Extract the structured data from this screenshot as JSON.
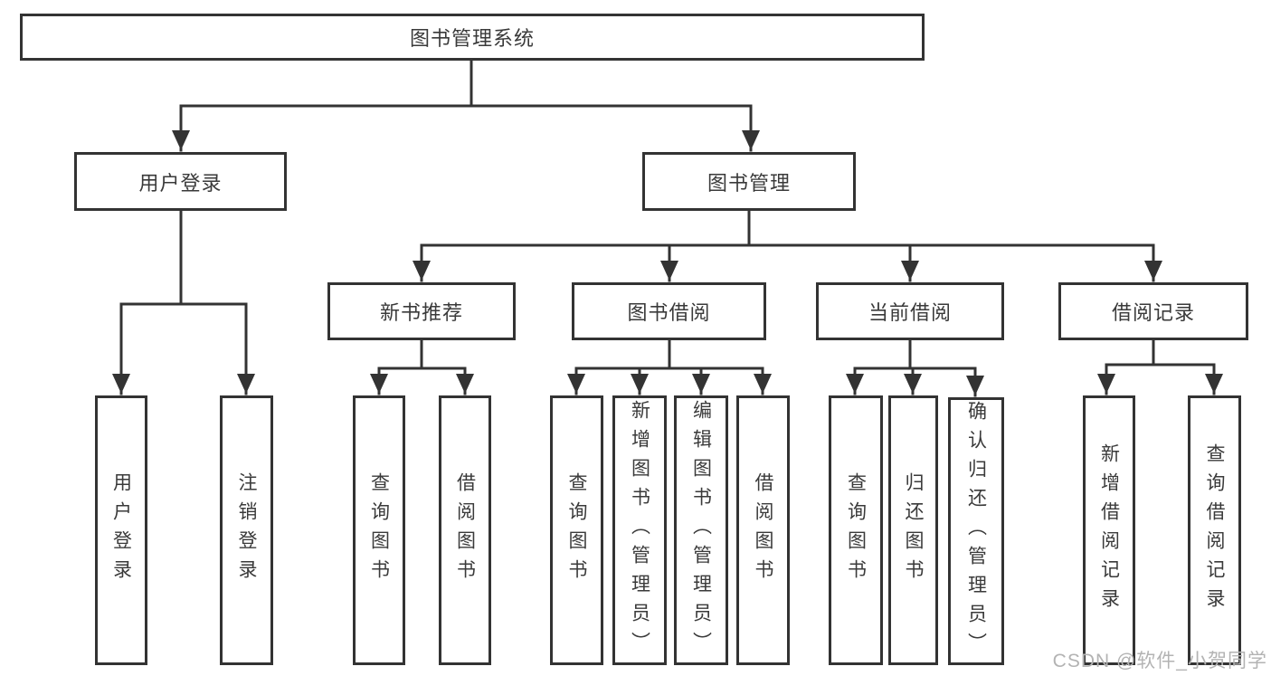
{
  "nodes": {
    "root": "图书管理系统",
    "user_login": "用户登录",
    "book_management": "图书管理",
    "new_book_recommend": "新书推荐",
    "book_borrowing": "图书借阅",
    "current_borrowing": "当前借阅",
    "borrowing_records": "借阅记录",
    "leaf_user_login": "用户登录",
    "leaf_logout": "注销登录",
    "leaf_recommend_query_books": "查询图书",
    "leaf_recommend_borrow_books": "借阅图书",
    "leaf_borrowing_query_books": "查询图书",
    "leaf_borrowing_add_books": "新增图书（管理员）",
    "leaf_borrowing_edit_books": "编辑图书（管理员）",
    "leaf_borrowing_borrow_books": "借阅图书",
    "leaf_current_query_books": "查询图书",
    "leaf_current_return_books": "归还图书",
    "leaf_current_confirm_return": "确认归还（管理员）",
    "leaf_records_add_record": "新增借阅记录",
    "leaf_records_query_record": "查询借阅记录"
  },
  "watermark": "CSDN @软件_小贺同学",
  "colors": {
    "line": "#333333",
    "text": "#3a3a3a",
    "watermark": "#b3b3b3",
    "background": "#ffffff"
  }
}
